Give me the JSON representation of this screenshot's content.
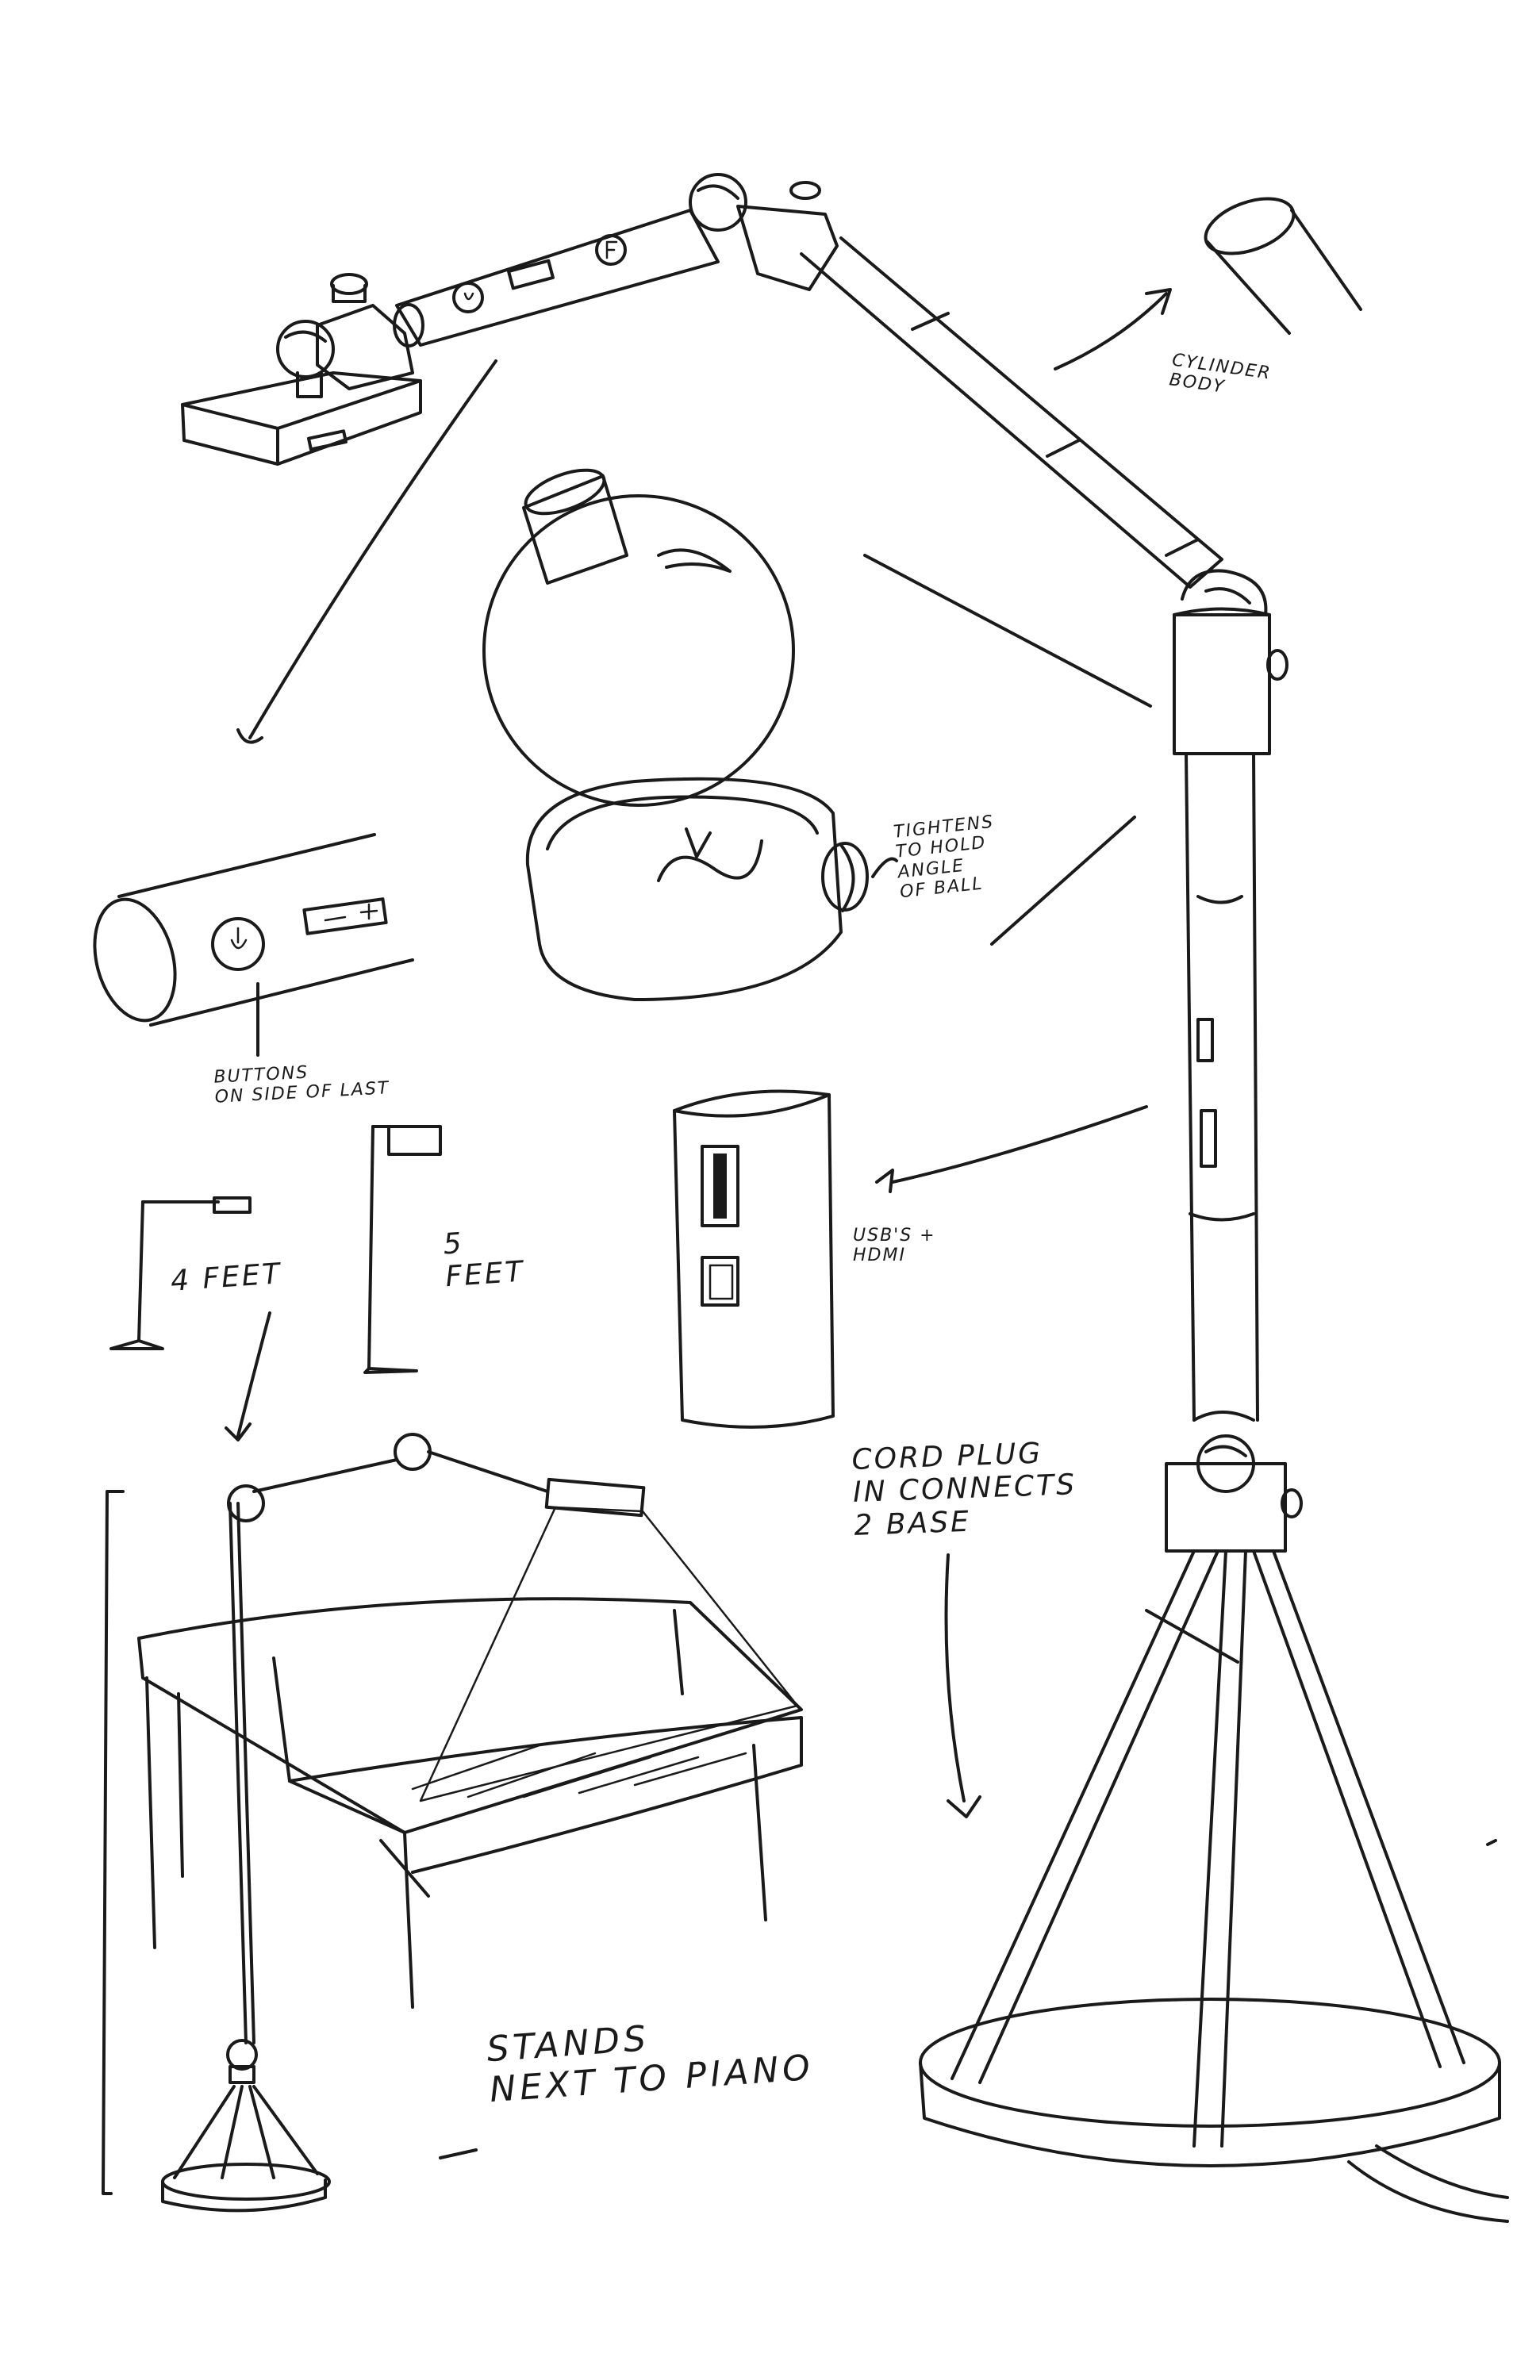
{
  "sheet": {
    "background": "#ffffff",
    "ink_color": "#1a1a1a"
  },
  "annotations": {
    "cylinder_body": "CYLINDER\nBODY",
    "tightens": "TIGHTENS\nTO HOLD\nANGLE\nOF BALL",
    "buttons": "BUTTONS\nON SIDE OF LAST",
    "four_feet": "4 FEET",
    "five_feet": "5\nFEET",
    "usbs_hdmi": "USB'S +\nHDMI",
    "cord_plug": "CORD PLUG\nIN CONNECTS\n2     BASE",
    "stands": "STANDS\nNEXT TO PIANO"
  },
  "icons": {
    "power": "power-icon",
    "minus_plus": "minus-plus-buttons",
    "f_button": "f-button"
  }
}
